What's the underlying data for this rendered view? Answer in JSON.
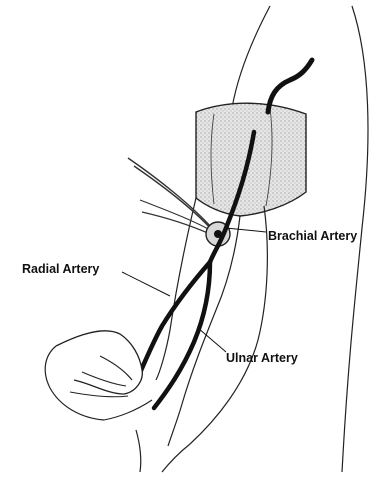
{
  "figure": {
    "labels": {
      "brachial": "Brachial Artery",
      "radial": "Radial Artery",
      "ulnar": "Ulnar Artery"
    }
  },
  "colors": {
    "ink": "#111111",
    "paper": "#ffffff",
    "cuff_fill": "#dcdcdc"
  }
}
